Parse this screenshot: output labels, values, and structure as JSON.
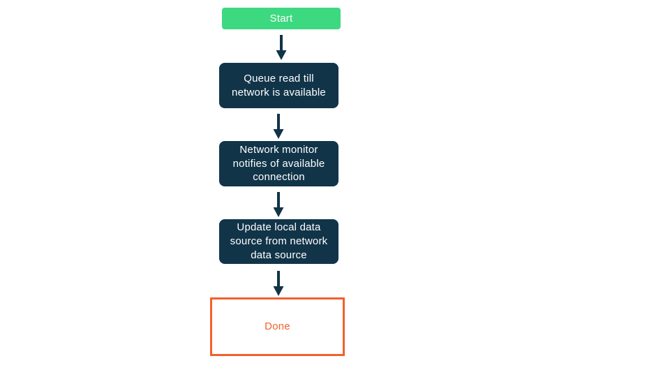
{
  "colors": {
    "start_green": "#3dd981",
    "process_navy": "#113449",
    "done_orange": "#f2612c",
    "node_text": "#ffffff",
    "page_bg": "#ffffff"
  },
  "flowchart": {
    "nodes": [
      {
        "id": "start",
        "type": "start",
        "label": "Start"
      },
      {
        "id": "queue-read",
        "type": "process",
        "label": "Queue read till\nnetwork is available"
      },
      {
        "id": "network-monitor",
        "type": "process",
        "label": "Network monitor\nnotifies of available\nconnection"
      },
      {
        "id": "update-local",
        "type": "process",
        "label": "Update local data\nsource from network\ndata source"
      },
      {
        "id": "done",
        "type": "end",
        "label": "Done"
      }
    ],
    "connections": [
      {
        "from": "start",
        "to": "queue-read"
      },
      {
        "from": "queue-read",
        "to": "network-monitor"
      },
      {
        "from": "network-monitor",
        "to": "update-local"
      },
      {
        "from": "update-local",
        "to": "done"
      }
    ]
  }
}
